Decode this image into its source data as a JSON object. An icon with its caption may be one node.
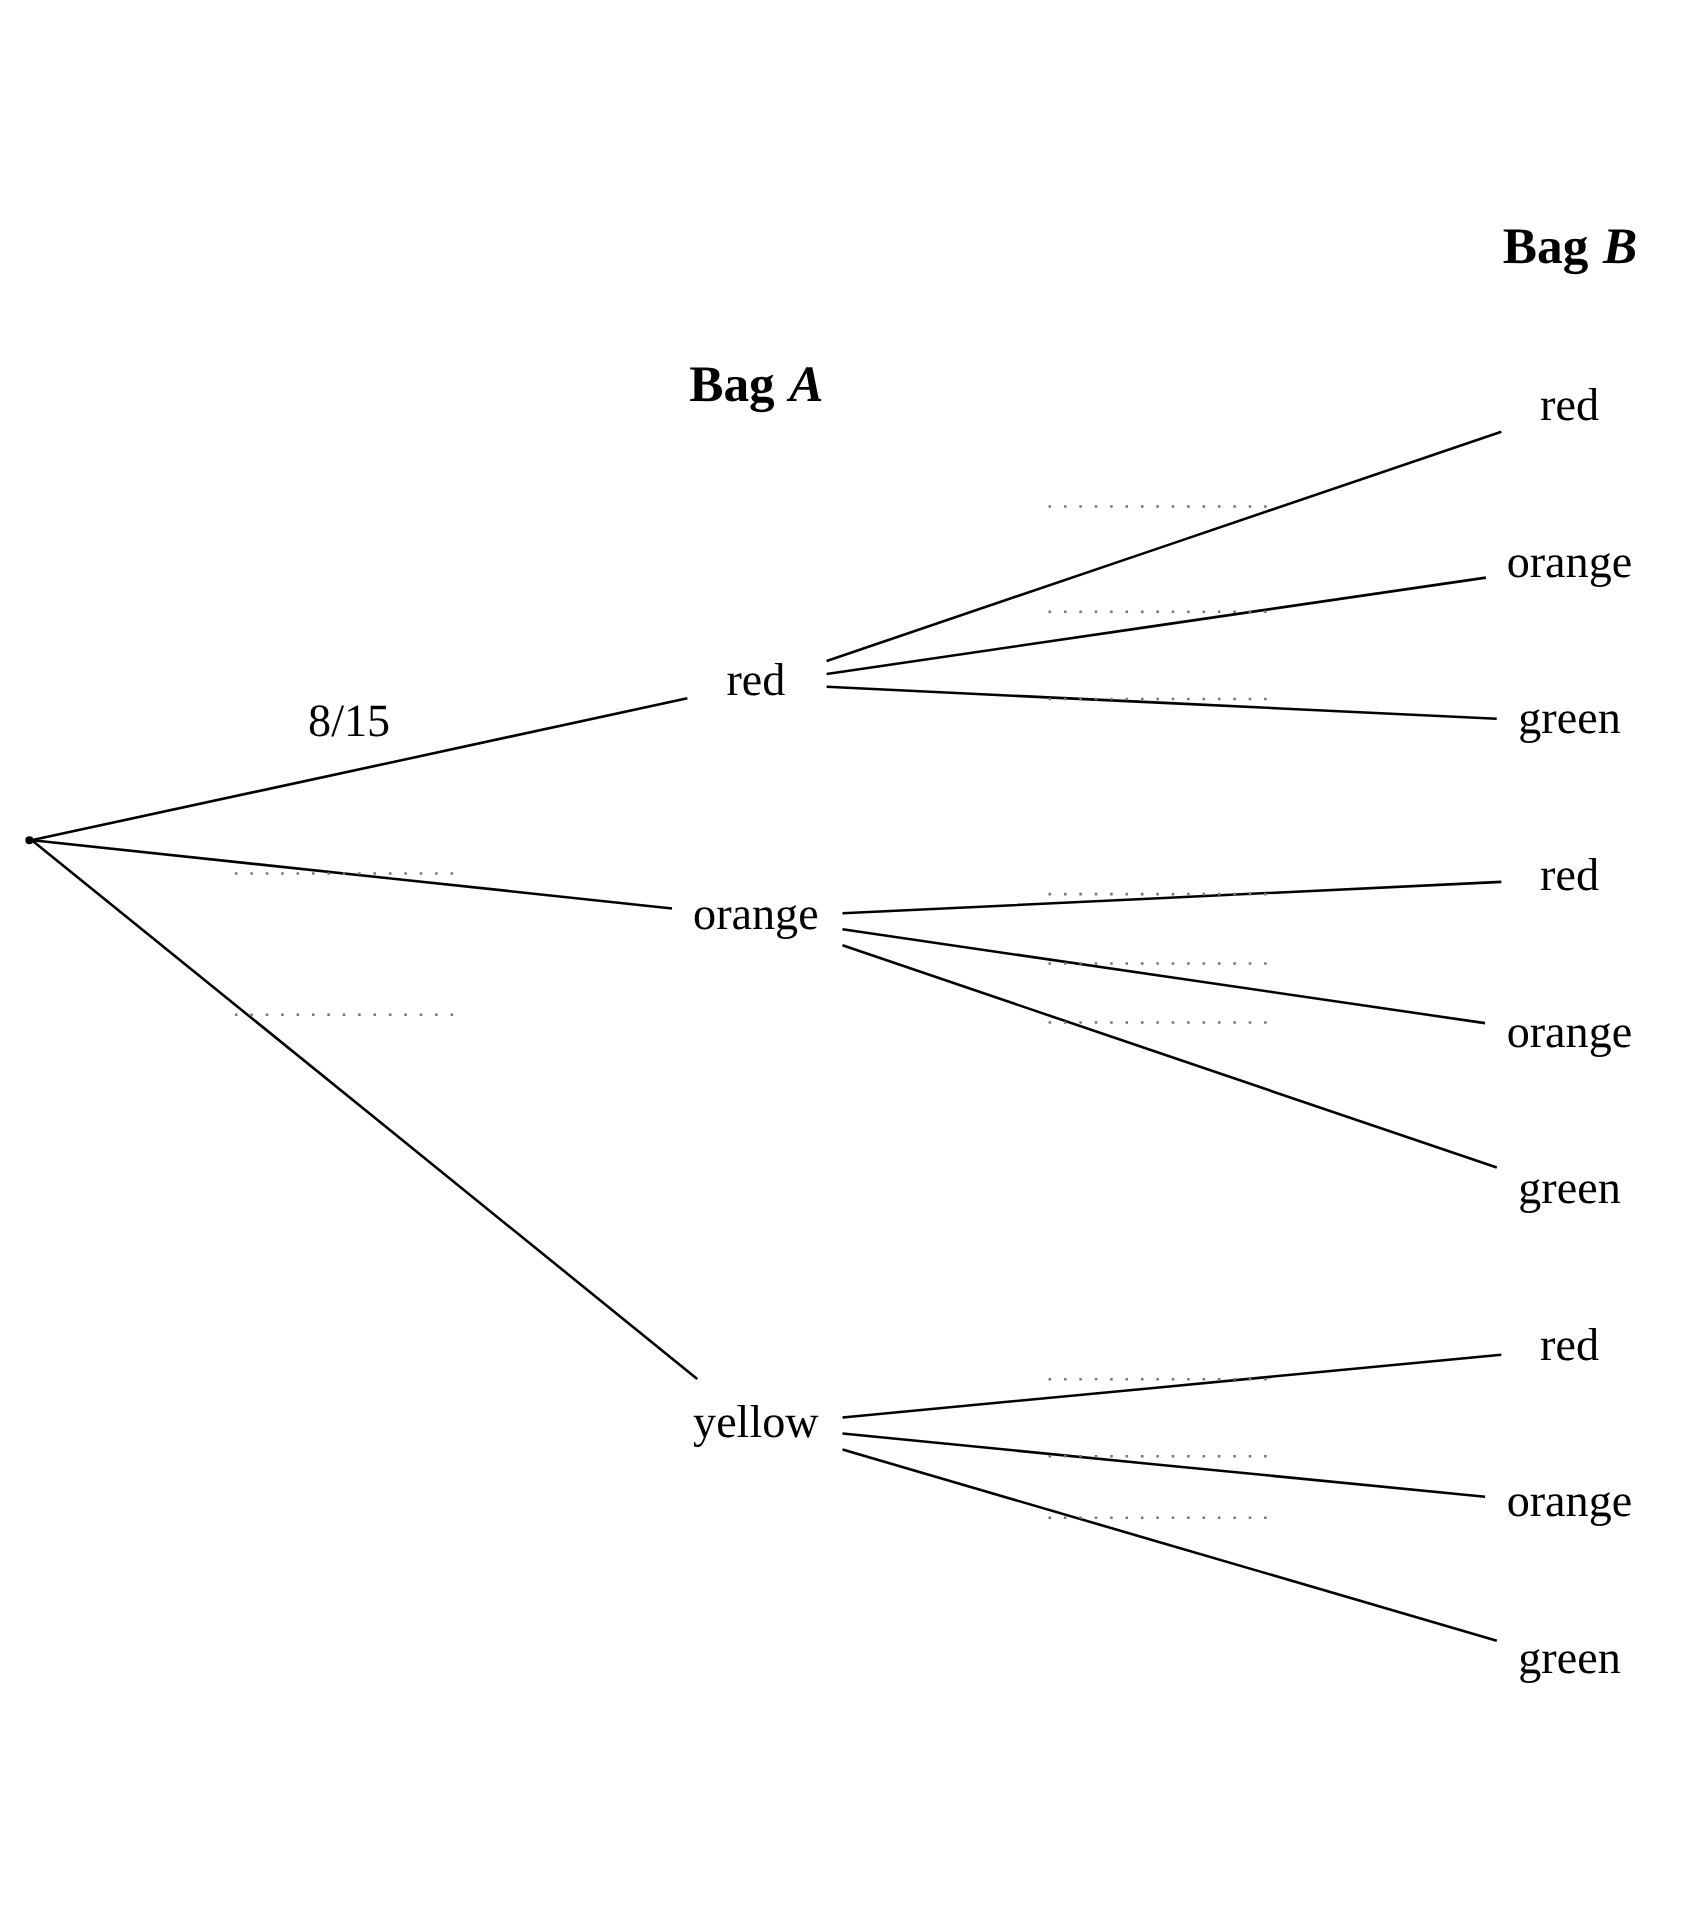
{
  "diagram": {
    "nodes": [
      {
        "text": [],
        "shape": "point"
      },
      {
        "text": [
          "red"
        ]
      },
      {
        "text": [
          "orange"
        ]
      },
      {
        "text": [
          "yellow"
        ]
      },
      {
        "text": [
          "red"
        ]
      },
      {
        "text": [
          "orange"
        ]
      },
      {
        "text": [
          "green"
        ]
      },
      {
        "text": [
          "red"
        ]
      },
      {
        "text": [
          "orange"
        ]
      },
      {
        "text": [
          "green"
        ]
      },
      {
        "text": [
          "red"
        ]
      },
      {
        "text": [
          "orange"
        ]
      },
      {
        "text": [
          "green"
        ]
      }
    ],
    "edges": [
      {
        "from": 0,
        "to": 1,
        "arrow": "none",
        "label": "8/15"
      },
      {
        "from": 0,
        "to": 2,
        "arrow": "none"
      },
      {
        "from": 0,
        "to": 3,
        "arrow": "none"
      },
      {
        "from": 1,
        "to": 4,
        "arrow": "none"
      },
      {
        "from": 1,
        "to": 5,
        "arrow": "none"
      },
      {
        "from": 1,
        "to": 6,
        "arrow": "none"
      },
      {
        "from": 2,
        "to": 7,
        "arrow": "none"
      },
      {
        "from": 2,
        "to": 8,
        "arrow": "none"
      },
      {
        "from": 2,
        "to": 9,
        "arrow": "none"
      },
      {
        "from": 3,
        "to": 10,
        "arrow": "none"
      },
      {
        "from": 3,
        "to": 11,
        "arrow": "none"
      },
      {
        "from": 3,
        "to": 12,
        "arrow": "none"
      }
    ],
    "labels": [
      "Bag *A*",
      "Bag *B*"
    ]
  }
}
